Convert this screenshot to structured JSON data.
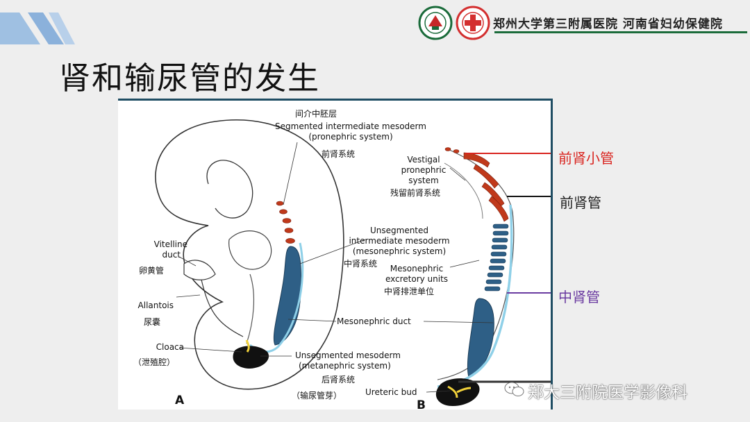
{
  "header": {
    "hospital_name": "郑州大学第三附属医院 河南省妇幼保健院",
    "accent_color": "#1a6b3a"
  },
  "title": "肾和输尿管的发生",
  "figure": {
    "labels": {
      "intermediate_zh": "间介中胚层",
      "segmented_en_1": "Segmented intermediate mesoderm",
      "segmented_en_2": "(pronephric system)",
      "pronephric_zh": "前肾系统",
      "vestigial_en_1": "Vestigal",
      "vestigial_en_2": "pronephric",
      "vestigial_en_3": "system",
      "vestigial_zh": "残留前肾系统",
      "unseg_en_1": "Unsegmented",
      "unseg_en_2": "intermediate mesoderm",
      "unseg_en_3": "(mesonephric system)",
      "mesonephric_zh": "中肾系统",
      "vitelline_en_1": "Vitelline",
      "vitelline_en_2": "duct",
      "vitelline_zh": "卵黄管",
      "meso_units_en_1": "Mesonephric",
      "meso_units_en_2": "excretory units",
      "meso_units_zh": "中肾排泄单位",
      "allantois_en": "Allantois",
      "allantois_zh": "尿囊",
      "meso_duct_en": "Mesonephric duct",
      "cloaca_en": "Cloaca",
      "cloaca_zh": "（泄殖腔）",
      "unseg2_en_1": "Unsegmented mesoderm",
      "unseg2_en_2": "(metanephric system)",
      "metanephric_zh": "后肾系统",
      "ureteric_en": "Ureteric bud",
      "ureteric_zh": "（输尿管芽）",
      "panel_a": "A",
      "panel_b": "B"
    }
  },
  "side_labels": {
    "pronephric_tubule": {
      "text": "前肾小管",
      "color": "#d9241f"
    },
    "pronephric_duct": {
      "text": "前肾管",
      "color": "#222222"
    },
    "mesonephric_duct": {
      "text": "中肾管",
      "color": "#6a3aa0"
    }
  },
  "watermark": "郑大三附院医学影像科"
}
